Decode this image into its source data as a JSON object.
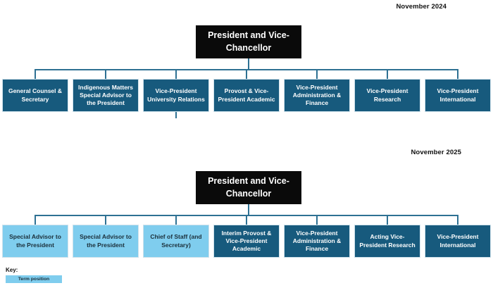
{
  "charts": [
    {
      "date_label": "November 2024",
      "root_label": "President and Vice-Chancellor",
      "boxes": [
        {
          "label": "General Counsel & Secretary",
          "style": "dark",
          "tail_below": false
        },
        {
          "label": "Indigenous Matters Special Advisor to the President",
          "style": "dark",
          "tail_below": false
        },
        {
          "label": "Vice-President University Relations",
          "style": "dark",
          "tail_below": true
        },
        {
          "label": "Provost & Vice-President Academic",
          "style": "dark",
          "tail_below": false
        },
        {
          "label": "Vice-President Administration & Finance",
          "style": "dark",
          "tail_below": false
        },
        {
          "label": "Vice-President Research",
          "style": "dark",
          "tail_below": false
        },
        {
          "label": "Vice-President International",
          "style": "dark",
          "tail_below": false
        }
      ]
    },
    {
      "date_label": "November 2025",
      "root_label": "President and Vice-Chancellor",
      "boxes": [
        {
          "label": "Special Advisor to the President",
          "style": "term",
          "tail_below": false
        },
        {
          "label": "Special Advisor to the President",
          "style": "term",
          "tail_below": false
        },
        {
          "label": "Chief of Staff (and Secretary)",
          "style": "term",
          "tail_below": false
        },
        {
          "label": "Interim Provost & Vice-President Academic",
          "style": "dark",
          "tail_below": false
        },
        {
          "label": "Vice-President Administration & Finance",
          "style": "dark",
          "tail_below": false
        },
        {
          "label": "Acting Vice-President Research",
          "style": "dark",
          "tail_below": false
        },
        {
          "label": "Vice-President International",
          "style": "dark",
          "tail_below": false
        }
      ]
    }
  ],
  "key": {
    "title": "Key:",
    "items": [
      {
        "label": "Term position",
        "style": "term"
      }
    ]
  },
  "colors": {
    "dark_box": "#175a7d",
    "term_box": "#7fcdee",
    "term_text": "#1b2f3a",
    "root_box": "#0a0a0a",
    "connector": "#2e7193"
  }
}
